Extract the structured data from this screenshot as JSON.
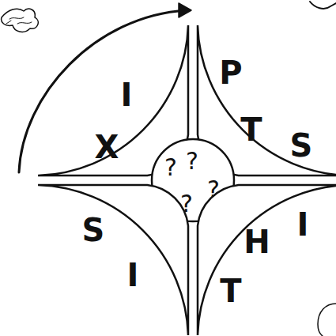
{
  "diagram": {
    "nodes": [
      {
        "text": [
          "I",
          "X"
        ]
      },
      {
        "text": [
          "P",
          "T",
          "S"
        ]
      },
      {
        "text": [
          "?",
          "?",
          "?",
          "?"
        ]
      },
      {
        "text": [
          "S",
          "I"
        ]
      },
      {
        "text": [
          "H",
          "I",
          "T"
        ]
      }
    ]
  }
}
